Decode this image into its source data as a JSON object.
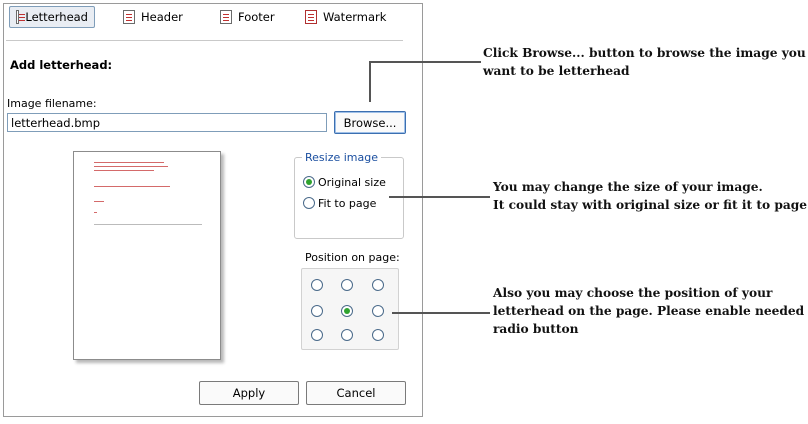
{
  "tabs": [
    {
      "label": "Letterhead",
      "icon": "letterhead-icon",
      "active": true
    },
    {
      "label": "Header",
      "icon": "header-icon",
      "active": false
    },
    {
      "label": "Footer",
      "icon": "footer-icon",
      "active": false
    },
    {
      "label": "Watermark",
      "icon": "watermark-icon",
      "active": false
    }
  ],
  "form": {
    "title": "Add letterhead:",
    "filename_label": "Image filename:",
    "filename_value": "letterhead.bmp",
    "browse_label": "Browse..."
  },
  "resize": {
    "title": "Resize image",
    "options": [
      {
        "label": "Original size",
        "selected": true
      },
      {
        "label": "Fit to page",
        "selected": false
      }
    ]
  },
  "position": {
    "label": "Position on page:",
    "selected_row": 1,
    "selected_col": 1
  },
  "buttons": {
    "apply": "Apply",
    "cancel": "Cancel"
  },
  "annotations": {
    "browse_line1": "Click Browse... button to browse the image you",
    "browse_line2": "want to be letterhead",
    "resize_line1": "You may change the size of your image.",
    "resize_line2": "It could stay with original size or fit it to page",
    "position_line1": "Also you may choose the position of your",
    "position_line2": "letterhead on the page. Please enable needed",
    "position_line3": "radio button"
  },
  "colors": {
    "accent": "#1b4fa0",
    "radio_selected": "#2fa32f",
    "preview_text": "#d46a6a"
  }
}
